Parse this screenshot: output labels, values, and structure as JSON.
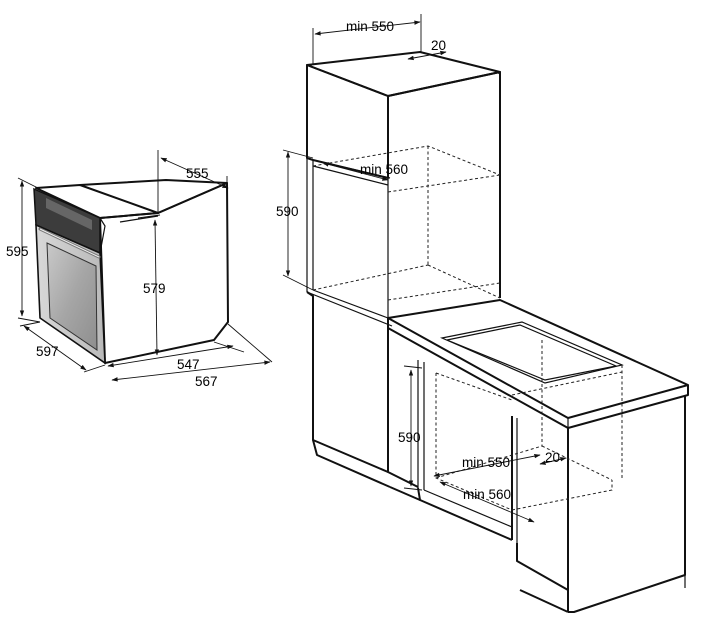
{
  "oven_dimensions": {
    "height": "595",
    "width_front": "597",
    "depth_top": "555",
    "inner_height": "579",
    "depth_547": "547",
    "depth_567": "567"
  },
  "tall_cabinet_dimensions": {
    "niche_width": "min 550",
    "clearance_back": "20",
    "niche_depth": "min 560",
    "niche_height": "590"
  },
  "under_counter_dimensions": {
    "niche_height": "590",
    "niche_width": "min 550",
    "clearance_back": "20",
    "niche_depth": "min 560"
  }
}
